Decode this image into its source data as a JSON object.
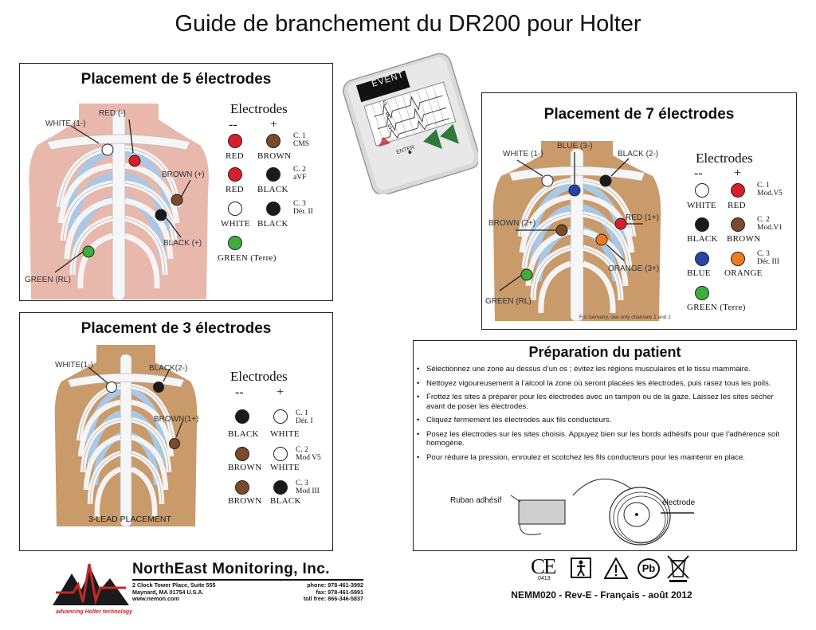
{
  "title": "Guide de branchement du DR200 pour Holter",
  "colors": {
    "red": "#d81e2a",
    "brown": "#7a4a2a",
    "black": "#1a1a1a",
    "white": "#ffffff",
    "green": "#3dae3d",
    "blue": "#2844a8",
    "orange": "#f07a1e",
    "skin_pink": "#e8b8ac",
    "skin_tan": "#c99a6a",
    "ribs": "#f4f4f4",
    "lung_blue": "#a8c8e8"
  },
  "five_lead": {
    "title": "Placement de 5 électrodes",
    "electrodes_title": "Electrodes",
    "minus": "--",
    "plus": "+",
    "figure_labels": [
      "WHITE (1-)",
      "RED (-)",
      "BROWN (+)",
      "BLACK (+)",
      "GREEN (RL)"
    ],
    "channels": [
      {
        "neg": "RED",
        "pos": "BROWN",
        "ch": "C. 1",
        "lead": "CMS",
        "neg_color": "red",
        "pos_color": "brown"
      },
      {
        "neg": "RED",
        "pos": "BLACK",
        "ch": "C. 2",
        "lead": "aVF",
        "neg_color": "red",
        "pos_color": "black"
      },
      {
        "neg": "WHITE",
        "pos": "BLACK",
        "ch": "C. 3",
        "lead": "Dér. II",
        "neg_color": "white",
        "pos_color": "black"
      }
    ],
    "ground": "GREEN (Terre)"
  },
  "seven_lead": {
    "title": "Placement de 7 électrodes",
    "electrodes_title": "Electrodes",
    "minus": "--",
    "plus": "+",
    "figure_labels": [
      "WHITE (1-)",
      "BLUE (3-)",
      "BLACK (2-)",
      "BROWN (2+)",
      "RED (1+)",
      "ORANGE (3+)",
      "GREEN (RL)"
    ],
    "note": "For oximetry, use only channels 1 and 2",
    "channels": [
      {
        "neg": "WHITE",
        "pos": "RED",
        "ch": "C. 1",
        "lead": "Mod.V5",
        "neg_color": "white",
        "pos_color": "red"
      },
      {
        "neg": "BLACK",
        "pos": "BROWN",
        "ch": "C. 2",
        "lead": "Mod.V1",
        "neg_color": "black",
        "pos_color": "brown"
      },
      {
        "neg": "BLUE",
        "pos": "ORANGE",
        "ch": "C. 3",
        "lead": "Dér. III",
        "neg_color": "blue",
        "pos_color": "orange"
      }
    ],
    "ground": "GREEN (Terre)"
  },
  "three_lead": {
    "title": "Placement de 3 électrodes",
    "electrodes_title": "Electrodes",
    "minus": "--",
    "plus": "+",
    "figure_labels": [
      "WHITE(1-)",
      "BLACK(2-)",
      "BROWN(1+)",
      "3-LEAD PLACEMENT"
    ],
    "channels": [
      {
        "neg": "BLACK",
        "pos": "WHITE",
        "ch": "C. 1",
        "lead": "Dér. I",
        "neg_color": "black",
        "pos_color": "white"
      },
      {
        "neg": "BROWN",
        "pos": "WHITE",
        "ch": "C. 2",
        "lead": "Mod V5",
        "neg_color": "brown",
        "pos_color": "white"
      },
      {
        "neg": "BROWN",
        "pos": "BLACK",
        "ch": "C. 3",
        "lead": "Mod III",
        "neg_color": "brown",
        "pos_color": "black"
      }
    ]
  },
  "device": {
    "event_label": "EVENT",
    "enter_label": "ENTER",
    "screen_numbers": [
      "5",
      "5",
      "5"
    ]
  },
  "prep": {
    "title": "Préparation du patient",
    "items": [
      "Sélectionnez une zone au dessus d’un os ; évitez les régions musculaires et le tissu mammaire.",
      "Nettoyez vigoureusement à l’alcool la zone où seront placées les électrodes, puis rasez tous les poils.",
      "Frottez les sites à préparer pour les électrodes avec un tampon ou de la gaze. Laissez les sites sécher avant de poser les électrodes.",
      "Cliquez fermement les électrodes aux fils conducteurs.",
      "Posez les électrodes sur les sites choisis. Appuyez bien sur les bords adhésifs pour que l’adhérence soit homogène.",
      "Pour réduire la pression, enroulez et scotchez les fils conducteurs pour les maintenir en place."
    ],
    "tape_label": "Ruban adhésif",
    "electrode_label": "électrode"
  },
  "footer": {
    "company": "NorthEast Monitoring, Inc.",
    "address1": "2 Clock Tower Place, Suite 555",
    "address2": "Maynard, MA  01754  U.S.A.",
    "website": "www.nemon.com",
    "phone": "phone: 978-461-3992",
    "fax": "fax: 978-461-5991",
    "tollfree": "toll free: 866-346-5837",
    "tagline": "advancing Holter technology",
    "ce_number": "0413",
    "pb_label": "Pb",
    "ce_label": "CE",
    "doc_id": "NEMM020 - Rev-E -  Français - août 2012"
  }
}
